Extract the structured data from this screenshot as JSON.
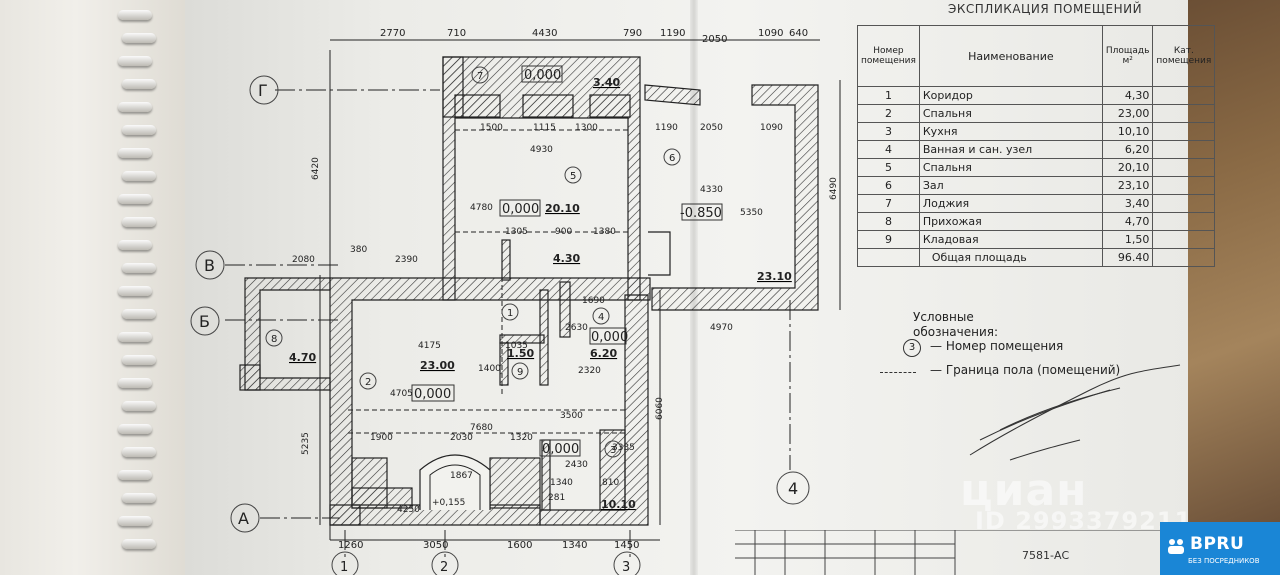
{
  "explication": {
    "title": "ЭКСПЛИКАЦИЯ ПОМЕЩЕНИЙ",
    "headers": {
      "num": "Номер помещения",
      "name": "Наименование",
      "area": "Площадь м²",
      "cat": "Кат. помещения"
    },
    "rows": [
      {
        "num": "1",
        "name": "Коридор",
        "area": "4,30"
      },
      {
        "num": "2",
        "name": "Спальня",
        "area": "23,00"
      },
      {
        "num": "3",
        "name": "Кухня",
        "area": "10,10"
      },
      {
        "num": "4",
        "name": "Ванная и сан. узел",
        "area": "6,20"
      },
      {
        "num": "5",
        "name": "Спальня",
        "area": "20,10"
      },
      {
        "num": "6",
        "name": "Зал",
        "area": "23,10"
      },
      {
        "num": "7",
        "name": "Лоджия",
        "area": "3,40"
      },
      {
        "num": "8",
        "name": "Прихожая",
        "area": "4,70"
      },
      {
        "num": "9",
        "name": "Кладовая",
        "area": "1,50"
      }
    ],
    "total_label": "Общая площадь",
    "total_value": "96.40"
  },
  "legend": {
    "title_line1": "Условные",
    "title_line2": "обозначения:",
    "room_symbol": "3",
    "room_text": "— Номер помещения",
    "floor_text": "— Граница пола (помещений)"
  },
  "stamp_code": "7581-АС",
  "watermark": {
    "text": "циан",
    "id": "ID 2993379211"
  },
  "badge": {
    "main": "BPRU",
    "sub": "БЕЗ ПОСРЕДНИКОВ"
  },
  "plan": {
    "axes": [
      "Г",
      "В",
      "Б",
      "А",
      "1",
      "2",
      "3",
      "4"
    ],
    "rooms": [
      {
        "num": "7",
        "area": "3.40",
        "level": "0,000"
      },
      {
        "num": "5",
        "area": "20.10",
        "level": "0,000"
      },
      {
        "num": "6",
        "area": "23.10",
        "level": "-0.850"
      },
      {
        "num": "1",
        "area": "4.30"
      },
      {
        "num": "4",
        "area": "6.20",
        "level": "0,000"
      },
      {
        "num": "8",
        "area": "4.70"
      },
      {
        "num": "2",
        "area": "23.00",
        "level": "0,000"
      },
      {
        "num": "9",
        "area": "1.50"
      },
      {
        "num": "3",
        "area": "10.10",
        "level": "0,000"
      }
    ],
    "dimensions_top": [
      "2770",
      "710",
      "4430",
      "790",
      "1190",
      "2050",
      "1090",
      "640"
    ],
    "dimensions_bottom": [
      "1260",
      "3050",
      "1600",
      "1340",
      "1450"
    ],
    "dimensions_misc": [
      "6420",
      "6490",
      "6060",
      "5235",
      "4330",
      "5350",
      "4780",
      "4930",
      "1500",
      "1115",
      "1300",
      "1190",
      "2050",
      "1090",
      "1305",
      "900",
      "1380",
      "2080",
      "380",
      "2390",
      "4175",
      "4705",
      "7680",
      "3500",
      "1900",
      "2030",
      "1320",
      "2430",
      "3335",
      "1340",
      "810",
      "4250",
      "1867",
      "281",
      "1035",
      "1400",
      "2320",
      "1690",
      "2630",
      "4970",
      "+0,155"
    ]
  }
}
